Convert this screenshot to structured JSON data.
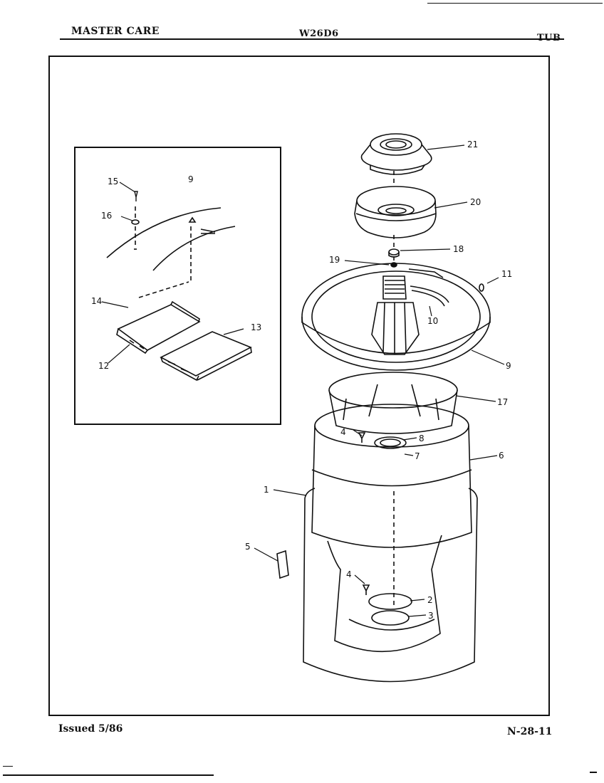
{
  "header": {
    "brand": "MASTER CARE",
    "model": "W26D6",
    "section": "TUB"
  },
  "footer": {
    "issued": "Issued 5/86",
    "page_code": "N-28-11"
  },
  "callouts": {
    "main": [
      "21",
      "20",
      "18",
      "19",
      "11",
      "10",
      "9",
      "17",
      "8",
      "4",
      "7",
      "6",
      "1",
      "5",
      "4",
      "2",
      "3"
    ],
    "inset": [
      "15",
      "9",
      "16",
      "14",
      "13",
      "12"
    ]
  }
}
